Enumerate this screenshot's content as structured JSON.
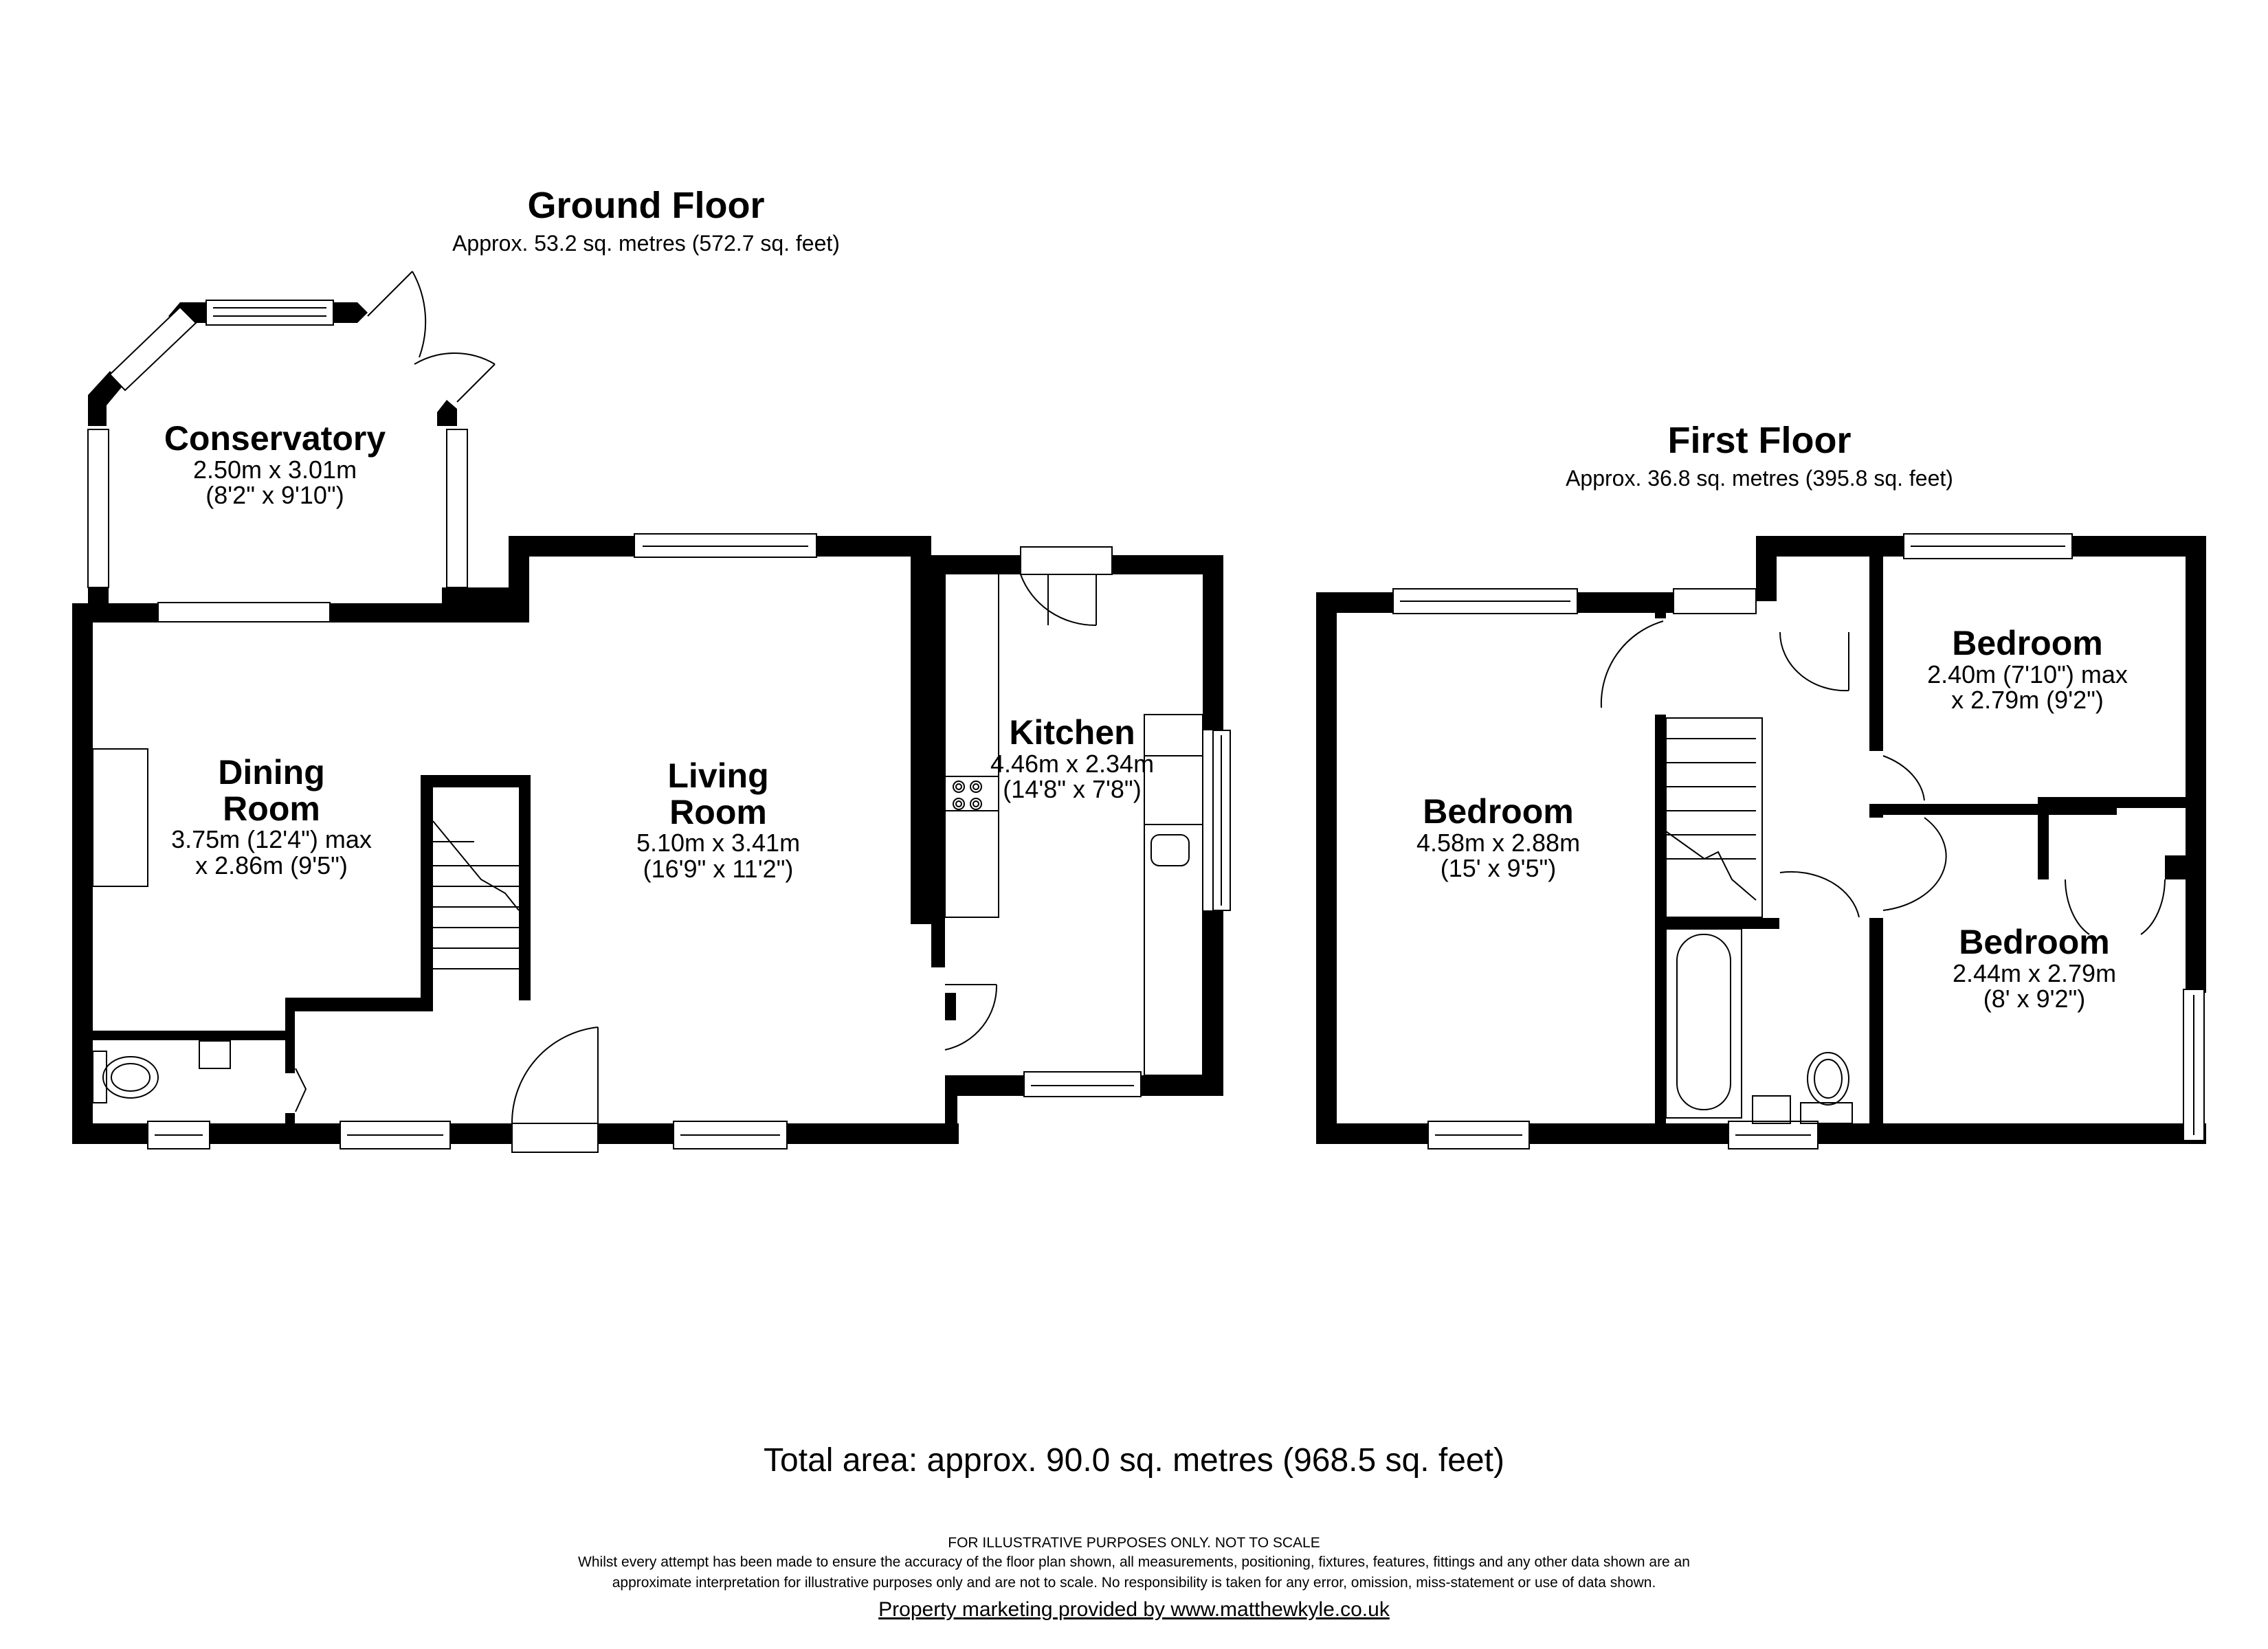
{
  "ground_floor": {
    "title": "Ground Floor",
    "area": "Approx. 53.2 sq. metres (572.7 sq. feet)",
    "rooms": [
      {
        "name": "Conservatory",
        "dim1": "2.50m x 3.01m",
        "dim2": "(8'2\" x 9'10\")"
      },
      {
        "name": "Dining",
        "name2": "Room",
        "dim1": "3.75m (12'4\") max",
        "dim2": "x 2.86m (9'5\")"
      },
      {
        "name": "Living",
        "name2": "Room",
        "dim1": "5.10m x 3.41m",
        "dim2": "(16'9\" x 11'2\")"
      },
      {
        "name": "Kitchen",
        "dim1": "4.46m x 2.34m",
        "dim2": "(14'8\" x 7'8\")"
      }
    ]
  },
  "first_floor": {
    "title": "First Floor",
    "area": "Approx. 36.8 sq. metres (395.8 sq. feet)",
    "rooms": [
      {
        "name": "Bedroom",
        "dim1": "4.58m x 2.88m",
        "dim2": "(15' x 9'5\")"
      },
      {
        "name": "Bedroom",
        "dim1": "2.40m (7'10\") max",
        "dim2": "x 2.79m (9'2\")"
      },
      {
        "name": "Bedroom",
        "dim1": "2.44m x 2.79m",
        "dim2": "(8' x 9'2\")"
      }
    ]
  },
  "footer": {
    "total_area": "Total area: approx. 90.0 sq. metres (968.5 sq. feet)",
    "disclaimer_title": "FOR ILLUSTRATIVE PURPOSES ONLY. NOT TO SCALE",
    "disclaimer_line1": "Whilst every attempt has been made to ensure the accuracy of the floor plan shown, all measurements, positioning, fixtures, features, fittings and any other data shown are an",
    "disclaimer_line2": "approximate interpretation for illustrative purposes only and are not to scale. No responsibility is taken for any error, omission, miss-statement or use of data shown.",
    "marketing": "Property marketing provided by www.matthewkyle.co.uk"
  },
  "colors": {
    "wall": "#000000",
    "background": "#ffffff",
    "fixture_line": "#000000"
  }
}
